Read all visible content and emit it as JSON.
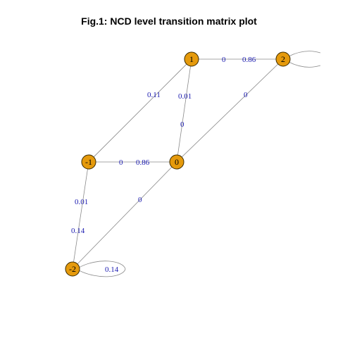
{
  "title": "Fig.1: NCD level transition matrix plot",
  "colors": {
    "node_fill": "#e59a0c",
    "edge": "#8a8a8a",
    "edge_label": "#1a1ab0"
  },
  "nodes": [
    {
      "id": "1",
      "label": "1"
    },
    {
      "id": "2",
      "label": "2"
    },
    {
      "id": "-1",
      "label": "-1"
    },
    {
      "id": "0",
      "label": "0"
    },
    {
      "id": "-2",
      "label": "-2"
    }
  ],
  "edges": [
    {
      "from": "1",
      "to": "2",
      "labels": [
        "0",
        "0.86"
      ]
    },
    {
      "from": "1",
      "to": "-1",
      "labels": [
        "0.11"
      ]
    },
    {
      "from": "1",
      "to": "0",
      "labels": [
        "0.01",
        "0"
      ]
    },
    {
      "from": "2",
      "to": "0",
      "labels": [
        "0"
      ]
    },
    {
      "from": "2",
      "to": "2",
      "labels": []
    },
    {
      "from": "-1",
      "to": "0",
      "labels": [
        "0",
        "0.86"
      ]
    },
    {
      "from": "-1",
      "to": "-2",
      "labels": [
        "0.01",
        "0.14"
      ]
    },
    {
      "from": "0",
      "to": "-2",
      "labels": [
        "0"
      ]
    },
    {
      "from": "-2",
      "to": "-2",
      "labels": [
        "0.14"
      ]
    }
  ]
}
